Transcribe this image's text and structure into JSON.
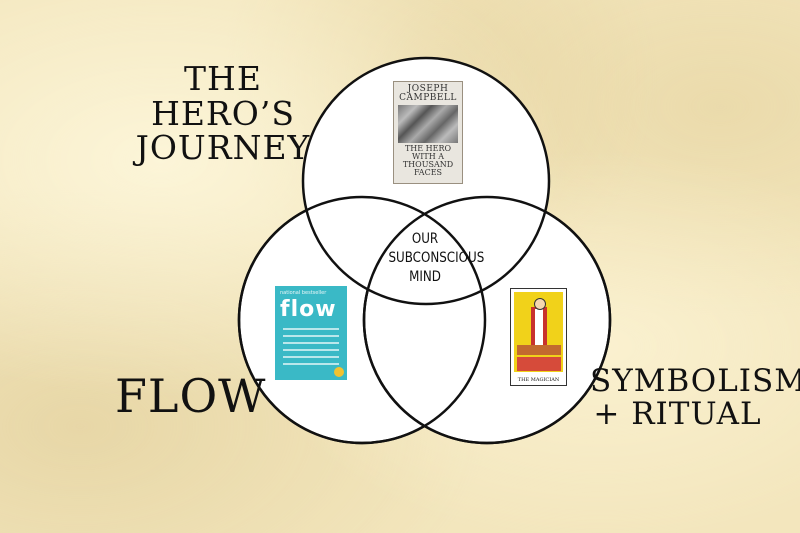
{
  "labels": {
    "heros_journey_line1": "THE HERO’S",
    "heros_journey_line2": "JOURNEY",
    "flow": "FLOW",
    "symbolism_line1": "SYMBOLISM",
    "symbolism_line2": "+ RITUAL",
    "center_line1": "OUR",
    "center_line2": "SUBCONSCIOUS",
    "center_line3": "MIND"
  },
  "book": {
    "author_line1": "JOSEPH",
    "author_line2": "CAMPBELL",
    "title_line1": "THE HERO",
    "title_line2": "WITH A",
    "title_line3": "THOUSAND",
    "title_line4": "FACES"
  },
  "flow_book": {
    "subtitle": "national bestseller",
    "title": "flow"
  },
  "tarot": {
    "caption": "THE MAGICIAN"
  },
  "colors": {
    "background": "#f3e6bd",
    "circle_fill": "#ffffff",
    "circle_stroke": "#111111",
    "flow_cover": "#3ab9c6",
    "tarot_yellow": "#f1d21a",
    "tarot_red": "#c8322d"
  }
}
